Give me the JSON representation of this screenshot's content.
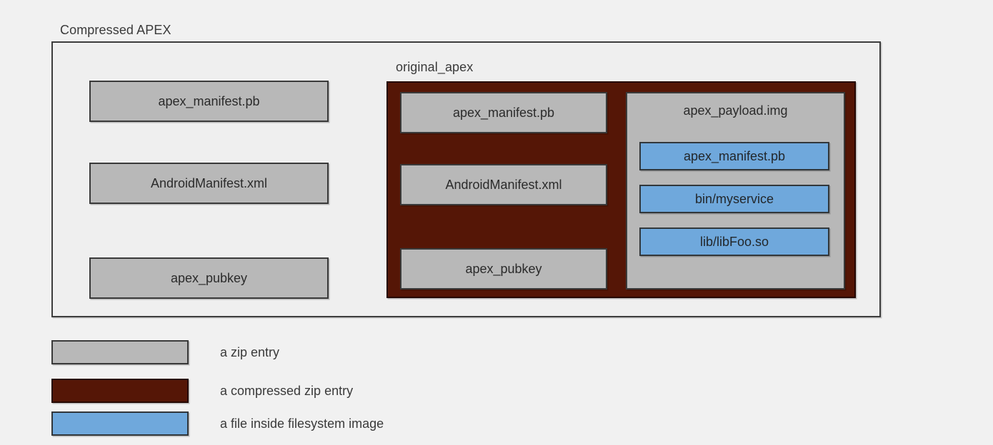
{
  "diagram": {
    "type": "nested-container-diagram",
    "background_color": "#f1f1f1",
    "outer_container": {
      "label": "Compressed APEX",
      "kind": "zip-archive",
      "entries": [
        {
          "label": "apex_manifest.pb",
          "kind": "zip-entry"
        },
        {
          "label": "AndroidManifest.xml",
          "kind": "zip-entry"
        },
        {
          "label": "apex_pubkey",
          "kind": "zip-entry"
        }
      ],
      "nested_container": {
        "label": "original_apex",
        "kind": "compressed-zip-entry",
        "entries": [
          {
            "label": "apex_manifest.pb",
            "kind": "zip-entry"
          },
          {
            "label": "AndroidManifest.xml",
            "kind": "zip-entry"
          },
          {
            "label": "apex_pubkey",
            "kind": "zip-entry"
          }
        ],
        "payload": {
          "label": "apex_payload.img",
          "kind": "zip-entry",
          "files": [
            {
              "label": "apex_manifest.pb",
              "kind": "filesystem-file"
            },
            {
              "label": "bin/myservice",
              "kind": "filesystem-file"
            },
            {
              "label": "lib/libFoo.so",
              "kind": "filesystem-file"
            }
          ]
        }
      }
    },
    "legend": {
      "items": [
        {
          "swatch": "gray",
          "color": "#b8b8b8",
          "label": "a zip entry"
        },
        {
          "swatch": "dark",
          "color": "#551606",
          "label": "a compressed zip entry"
        },
        {
          "swatch": "blue",
          "color": "#6fa8dc",
          "label": "a file inside filesystem image"
        }
      ]
    },
    "colors": {
      "zip_entry": "#b8b8b8",
      "compressed_zip_entry": "#551606",
      "filesystem_file": "#6fa8dc",
      "outline": "#3a3a3a",
      "background": "#f1f1f1"
    }
  }
}
